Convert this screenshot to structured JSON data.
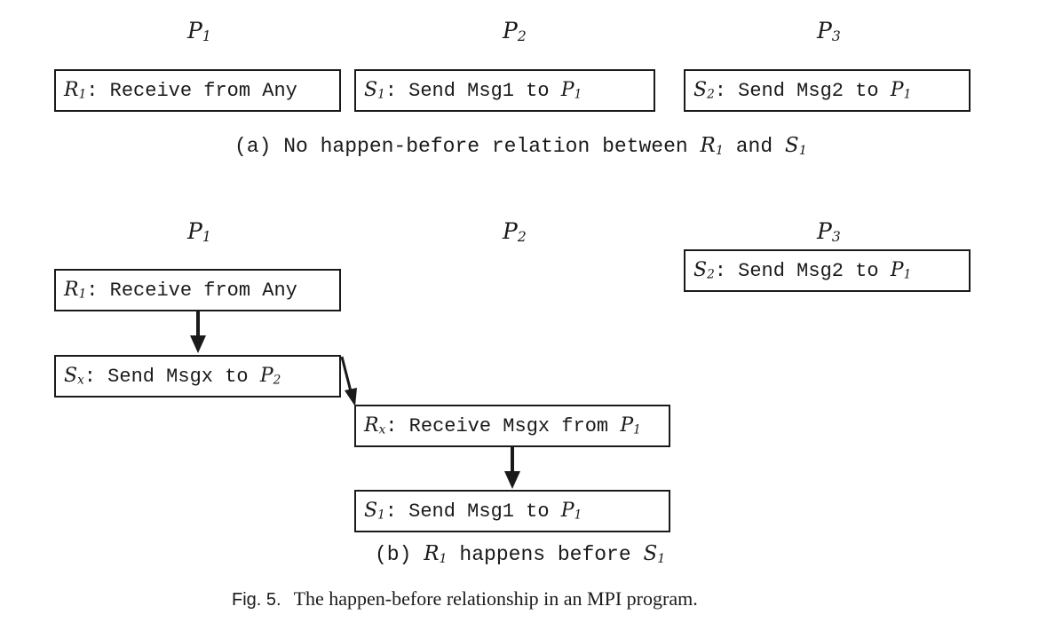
{
  "panel_a": {
    "processes": [
      {
        "letter": "P",
        "index": "1"
      },
      {
        "letter": "P",
        "index": "2"
      },
      {
        "letter": "P",
        "index": "3"
      }
    ],
    "boxes": [
      {
        "event": "R",
        "index": "1",
        "text": ": Receive from Any",
        "target_letter": "",
        "target_index": ""
      },
      {
        "event": "S",
        "index": "1",
        "text": ": Send Msg1 to ",
        "target_letter": "P",
        "target_index": "1"
      },
      {
        "event": "S",
        "index": "2",
        "text": ": Send Msg2 to ",
        "target_letter": "P",
        "target_index": "1"
      }
    ],
    "caption": {
      "prefix": "(a) No happen-before relation between ",
      "a_letter": "R",
      "a_index": "1",
      "middle": " and ",
      "b_letter": "S",
      "b_index": "1"
    }
  },
  "panel_b": {
    "processes": [
      {
        "letter": "P",
        "index": "1"
      },
      {
        "letter": "P",
        "index": "2"
      },
      {
        "letter": "P",
        "index": "3"
      }
    ],
    "boxes": [
      {
        "event": "S",
        "index": "2",
        "text": ": Send Msg2 to ",
        "target_letter": "P",
        "target_index": "1"
      },
      {
        "event": "R",
        "index": "1",
        "text": ": Receive from Any",
        "target_letter": "",
        "target_index": ""
      },
      {
        "event": "S",
        "index": "x",
        "text": ": Send Msgx to ",
        "target_letter": "P",
        "target_index": "2"
      },
      {
        "event": "R",
        "index": "x",
        "text": ": Receive Msgx from ",
        "target_letter": "P",
        "target_index": "1"
      },
      {
        "event": "S",
        "index": "1",
        "text": ": Send Msg1 to ",
        "target_letter": "P",
        "target_index": "1"
      }
    ],
    "caption": {
      "prefix": "(b) ",
      "a_letter": "R",
      "a_index": "1",
      "middle": " happens before ",
      "b_letter": "S",
      "b_index": "1"
    }
  },
  "figure_caption": {
    "label": "Fig. 5.",
    "text": "The happen-before relationship in an MPI program."
  }
}
